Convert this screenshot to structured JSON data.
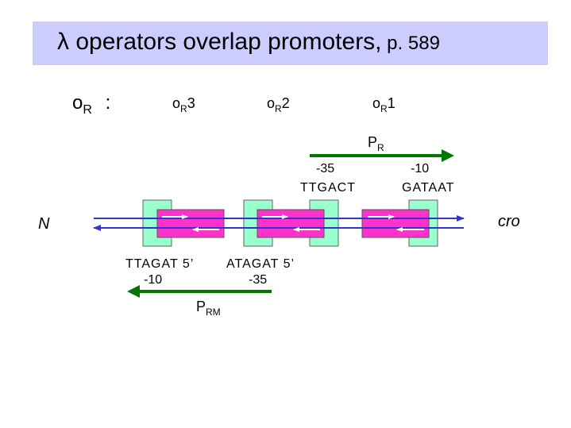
{
  "title": {
    "lambda": "λ",
    "main": " operators overlap promoters,",
    "page": " p. 589"
  },
  "or_header": {
    "o": "o",
    "sub": "R",
    "colon": ":"
  },
  "operators": [
    {
      "o": "o",
      "sub": "R",
      "num": "3"
    },
    {
      "o": "o",
      "sub": "R",
      "num": "2"
    },
    {
      "o": "o",
      "sub": "R",
      "num": "1"
    }
  ],
  "pr": {
    "p": "P",
    "sub": "R",
    "minus35": "-35",
    "seq35": "TTGACT",
    "minus10": "-10",
    "seq10": "GATAAT"
  },
  "prm": {
    "p": "P",
    "sub": "RM",
    "seq10": "TTAGAT 5’",
    "minus10": "-10",
    "seq35": "ATAGAT 5’",
    "minus35": "-35"
  },
  "genes": {
    "left": "N",
    "right": "cro"
  },
  "colors": {
    "title_bg": "#ccccff",
    "operator": "#ff33cc",
    "promoter_box": "#99ffcc",
    "strand": "#3333cc",
    "arrow": "#007700"
  }
}
